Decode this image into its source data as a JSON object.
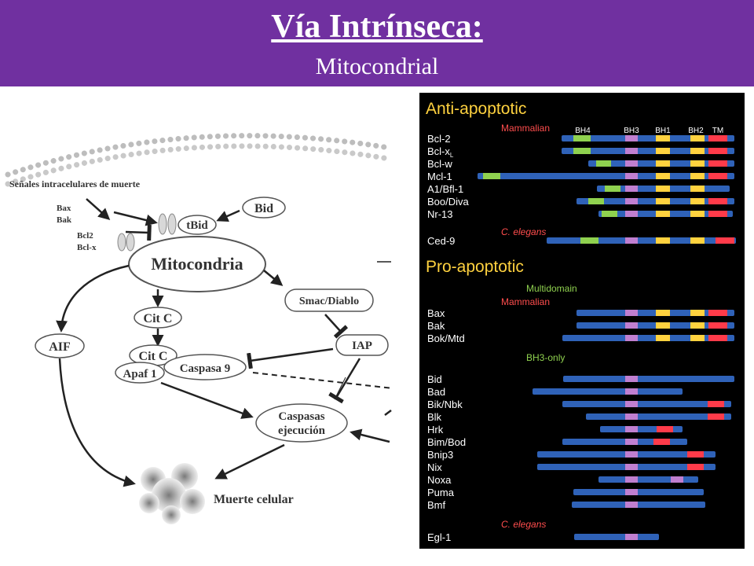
{
  "header": {
    "title": "Vía Intrínseca:",
    "subtitle": "Mitocondrial",
    "background_color": "#7030a0"
  },
  "pathway": {
    "signals_label": "Señales intracelulares de muerte",
    "bax": "Bax",
    "bak": "Bak",
    "bcl2": "Bcl2",
    "bclx": "Bcl-x",
    "tbid": "tBid",
    "bid": "Bid",
    "mitochondria": "Mitocondria",
    "smac": "Smac/Diablo",
    "citc": "Cit C",
    "citc2": "Cit C",
    "apaf": "Apaf 1",
    "caspase9": "Caspasa 9",
    "iap": "IAP",
    "aif": "AIF",
    "caspases_line1": "Caspasas",
    "caspases_line2": "ejecución",
    "cell_death": "Muerte celular"
  },
  "panel": {
    "background_color": "#000000",
    "bar_color": "#2f62b8",
    "domain_colors": {
      "BH4": "#8fd14f",
      "BH3": "#c07fd0",
      "BH1": "#ffd23f",
      "BH2": "#ffd23f",
      "TM": "#ff3b4a"
    },
    "anti_title": "Anti-apoptotic",
    "pro_title": "Pro-apoptotic",
    "mammalian_label": "Mammalian",
    "mammalian_label_2": "Mammalian",
    "celegans_label": "C. elegans",
    "celegans_label_2": "C. elegans",
    "multidomain_label": "Multidomain",
    "bh3only_label": "BH3-only",
    "domain_headers": [
      "BH4",
      "BH3",
      "BH1",
      "BH2",
      "TM"
    ],
    "proteins": [
      {
        "name": "Bcl-2",
        "sub": "",
        "domains": [
          "BH4",
          "BH3",
          "BH1",
          "BH2",
          "TM"
        ]
      },
      {
        "name": "Bcl-x",
        "sub": "L",
        "domains": [
          "BH4",
          "BH3",
          "BH1",
          "BH2",
          "TM"
        ]
      },
      {
        "name": "Bcl-w",
        "sub": "",
        "domains": [
          "BH4",
          "BH3",
          "BH1",
          "BH2",
          "TM"
        ]
      },
      {
        "name": "Mcl-1",
        "sub": "",
        "domains": [
          "BH4",
          "BH3",
          "BH1",
          "BH2",
          "TM"
        ]
      },
      {
        "name": "A1/Bfl-1",
        "sub": "",
        "domains": [
          "BH4",
          "BH3",
          "BH1",
          "BH2"
        ]
      },
      {
        "name": "Boo/Diva",
        "sub": "",
        "domains": [
          "BH4",
          "BH3",
          "BH1",
          "BH2",
          "TM"
        ]
      },
      {
        "name": "Nr-13",
        "sub": "",
        "domains": [
          "BH4",
          "BH3",
          "BH1",
          "BH2",
          "TM"
        ]
      },
      {
        "name": "Ced-9",
        "sub": "",
        "domains": [
          "BH4",
          "BH3",
          "BH1",
          "BH2",
          "TM"
        ]
      },
      {
        "name": "Bax",
        "sub": "",
        "domains": [
          "BH3",
          "BH1",
          "BH2",
          "TM"
        ]
      },
      {
        "name": "Bak",
        "sub": "",
        "domains": [
          "BH3",
          "BH1",
          "BH2",
          "TM"
        ]
      },
      {
        "name": "Bok/Mtd",
        "sub": "",
        "domains": [
          "BH3",
          "BH1",
          "BH2",
          "TM"
        ]
      },
      {
        "name": "Bid",
        "sub": "",
        "domains": [
          "BH3"
        ]
      },
      {
        "name": "Bad",
        "sub": "",
        "domains": [
          "BH3"
        ]
      },
      {
        "name": "Bik/Nbk",
        "sub": "",
        "domains": [
          "BH3",
          "TM"
        ]
      },
      {
        "name": "Blk",
        "sub": "",
        "domains": [
          "BH3",
          "TM"
        ]
      },
      {
        "name": "Hrk",
        "sub": "",
        "domains": [
          "BH3",
          "TM"
        ]
      },
      {
        "name": "Bim/Bod",
        "sub": "",
        "domains": [
          "BH3",
          "TM"
        ]
      },
      {
        "name": "Bnip3",
        "sub": "",
        "domains": [
          "BH3",
          "TM"
        ]
      },
      {
        "name": "Nix",
        "sub": "",
        "domains": [
          "BH3",
          "TM"
        ]
      },
      {
        "name": "Noxa",
        "sub": "",
        "domains": [
          "BH3",
          "BH3"
        ]
      },
      {
        "name": "Puma",
        "sub": "",
        "domains": [
          "BH3"
        ]
      },
      {
        "name": "Bmf",
        "sub": "",
        "domains": [
          "BH3"
        ]
      },
      {
        "name": "Egl-1",
        "sub": "",
        "domains": [
          "BH3"
        ]
      }
    ]
  }
}
